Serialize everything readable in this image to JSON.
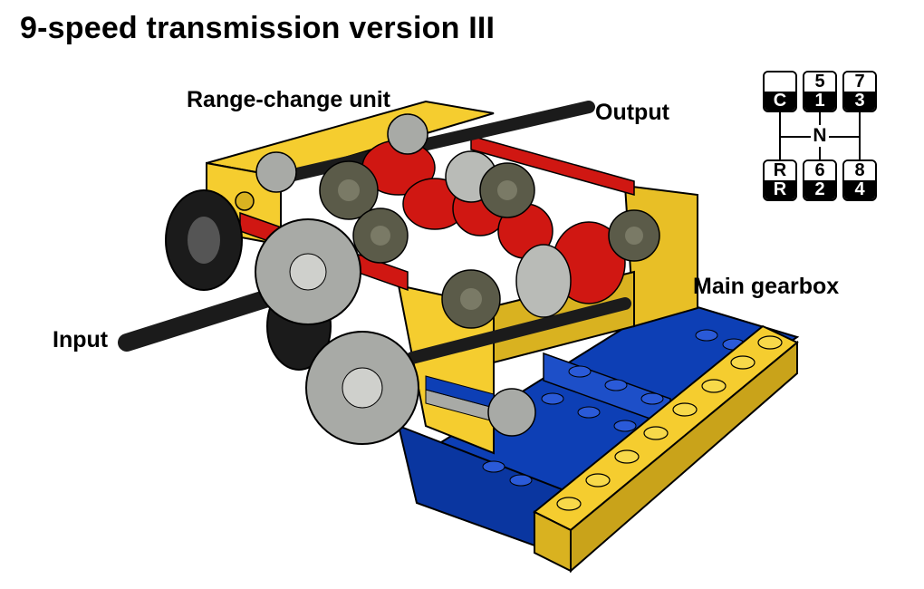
{
  "title": "9-speed transmission version III",
  "labels": {
    "range_change_unit": "Range-change unit",
    "output": "Output",
    "main_gearbox": "Main gearbox",
    "input": "Input"
  },
  "shift_pattern": {
    "neutral": "N",
    "cells": [
      {
        "top": "",
        "bottom": "C"
      },
      {
        "top": "5",
        "bottom": "1"
      },
      {
        "top": "7",
        "bottom": "3"
      },
      {
        "top": "R",
        "bottom": "R"
      },
      {
        "top": "6",
        "bottom": "2"
      },
      {
        "top": "8",
        "bottom": "4"
      }
    ]
  },
  "colors": {
    "lego_yellow": "#f5cd2f",
    "lego_red": "#d01712",
    "lego_blue": "#0d3fb5",
    "gear_dark": "#5b5b49",
    "gear_light": "#a8aaa6",
    "axle_black": "#1b1b1b"
  }
}
